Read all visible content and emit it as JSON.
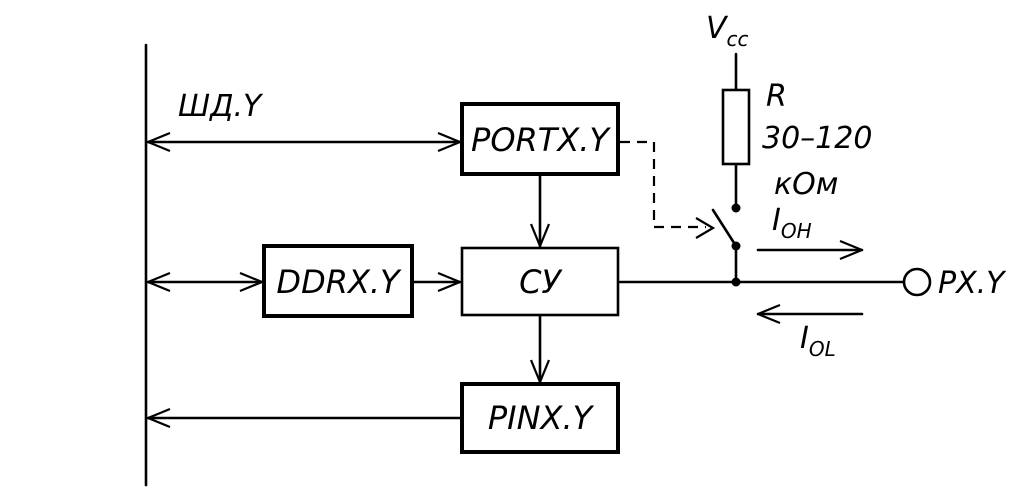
{
  "blocks": {
    "portx": "PORTX.Y",
    "ddrx": "DDRX.Y",
    "cu": "СУ",
    "pinx": "PINX.Y"
  },
  "bus": {
    "label": "ШД.Y"
  },
  "supply": {
    "main": "V",
    "sub": "cc"
  },
  "resistor": {
    "name": "R",
    "value": "30–120",
    "unit": "кОм"
  },
  "output": {
    "pin": "PX.Y"
  },
  "currents": {
    "oh": {
      "main": "I",
      "sub": "OH"
    },
    "ol": {
      "main": "I",
      "sub": "OL"
    }
  },
  "colors": {
    "ink": "#000000",
    "paper": "#ffffff"
  }
}
